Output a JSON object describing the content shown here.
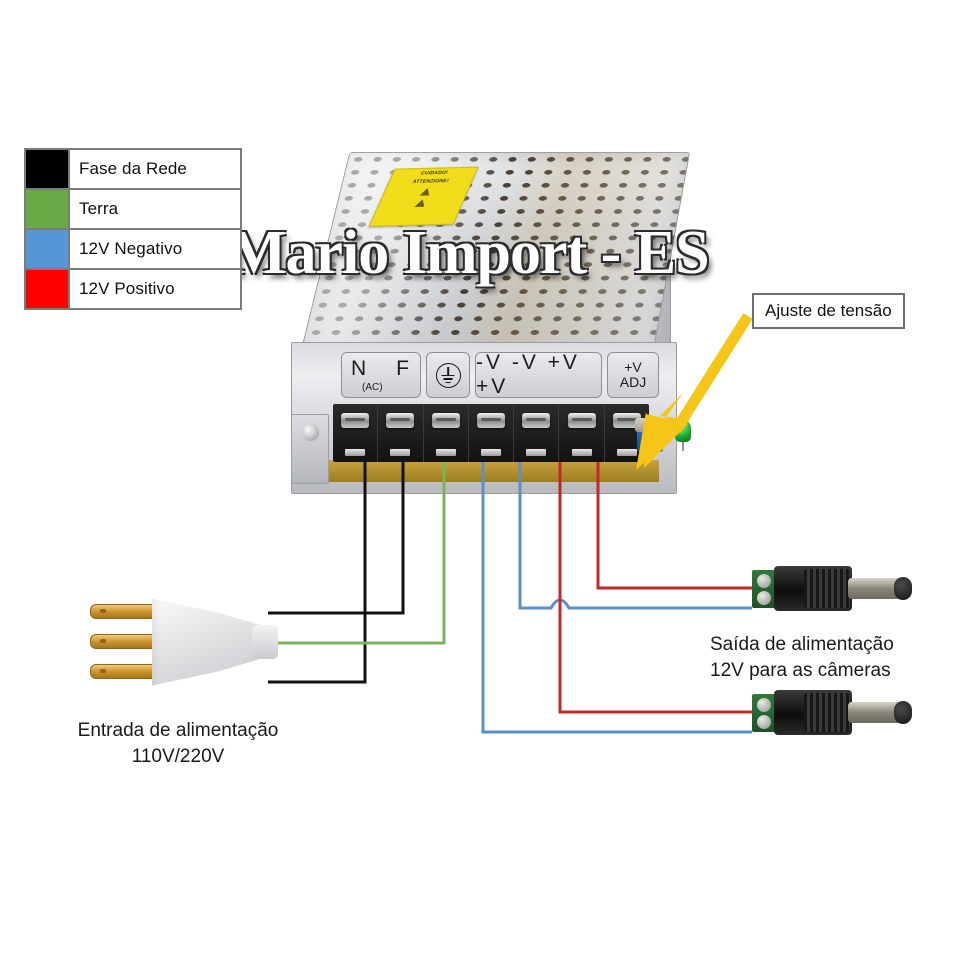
{
  "legend": {
    "items": [
      {
        "label": "Fase da Rede",
        "color": "#000000",
        "name": "legend-phase"
      },
      {
        "label": "Terra",
        "color": "#6aaa46",
        "name": "legend-ground"
      },
      {
        "label": "12V Negativo",
        "color": "#5596d4",
        "name": "legend-negative"
      },
      {
        "label": "12V Positivo",
        "color": "#ff0000",
        "name": "legend-positive"
      }
    ]
  },
  "watermark": {
    "text": "Mario Import - ES"
  },
  "callout": {
    "label": "Ajuste de tensão"
  },
  "psu": {
    "warning_label": {
      "line1": "CUIDADO!",
      "line2": "ATTENZIONE!"
    },
    "terminals": {
      "ac_n": "N",
      "ac_sub": "(AC)",
      "ac_f": "F",
      "ground_icon": "earth-ground-icon",
      "dc": "-V -V +V +V",
      "adj_top": "+V",
      "adj_bottom": "ADJ"
    },
    "wire_order": [
      "black",
      "black",
      "green",
      "blue",
      "blue",
      "red",
      "red"
    ]
  },
  "captions": {
    "input": {
      "line1": "Entrada de alimentação",
      "line2": "110V/220V"
    },
    "output": {
      "line1": "Saída de alimentação",
      "line2": "12V para as câmeras"
    }
  },
  "colors": {
    "black": "#111111",
    "green": "#7bb45c",
    "blue": "#5e8fc4",
    "red": "#c0282d"
  }
}
